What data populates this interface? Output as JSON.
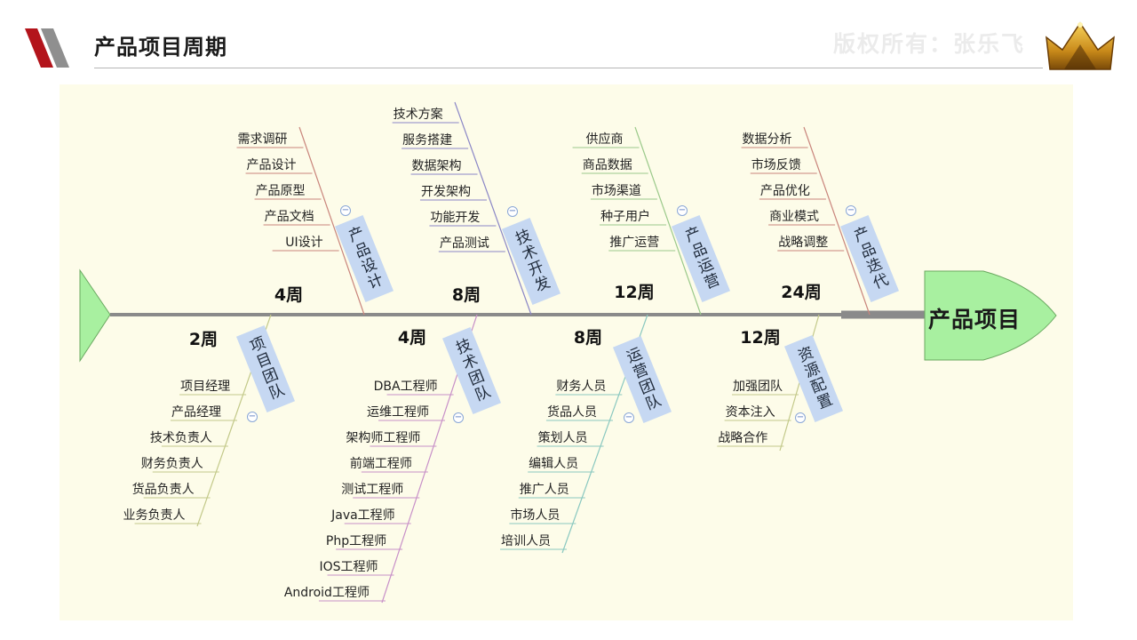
{
  "header": {
    "title": "产品项目周期",
    "watermark": "版权所有：张乐飞"
  },
  "diagram": {
    "head_label": "产品项目",
    "colors": {
      "background": "#fdfce9",
      "spine": "#8a8a8a",
      "head_fill": "#a8f0a0",
      "category_box": "#c6d8f2"
    },
    "top": [
      {
        "name": "产品设计",
        "duration": "4周",
        "color": "#c9857c",
        "items": [
          "需求调研",
          "产品设计",
          "产品原型",
          "产品文档",
          "UI设计"
        ]
      },
      {
        "name": "技术开发",
        "duration": "8周",
        "color": "#8a86c6",
        "items": [
          "技术方案",
          "服务搭建",
          "数据架构",
          "开发架构",
          "功能开发",
          "产品测试"
        ]
      },
      {
        "name": "产品运营",
        "duration": "12周",
        "color": "#9bc98a",
        "items": [
          "供应商",
          "商品数据",
          "市场渠道",
          "种子用户",
          "推广运营"
        ]
      },
      {
        "name": "产品迭代",
        "duration": "24周",
        "color": "#c9857c",
        "items": [
          "数据分析",
          "市场反馈",
          "产品优化",
          "商业模式",
          "战略调整"
        ]
      }
    ],
    "bottom": [
      {
        "name": "项目团队",
        "duration": "2周",
        "color": "#c3c98a",
        "items": [
          "项目经理",
          "产品经理",
          "技术负责人",
          "财务负责人",
          "货品负责人",
          "业务负责人"
        ]
      },
      {
        "name": "技术团队",
        "duration": "4周",
        "color": "#c890c8",
        "items": [
          "DBA工程师",
          "运维工程师",
          "架构师工程师",
          "前端工程师",
          "测试工程师",
          "Java工程师",
          "Php工程师",
          "IOS工程师",
          "Android工程师"
        ]
      },
      {
        "name": "运营团队",
        "duration": "8周",
        "color": "#8ac8c0",
        "items": [
          "财务人员",
          "货品人员",
          "策划人员",
          "编辑人员",
          "推广人员",
          "市场人员",
          "培训人员"
        ]
      },
      {
        "name": "资源配置",
        "duration": "12周",
        "color": "#c3c98a",
        "items": [
          "加强团队",
          "资本注入",
          "战略合作"
        ]
      }
    ]
  }
}
